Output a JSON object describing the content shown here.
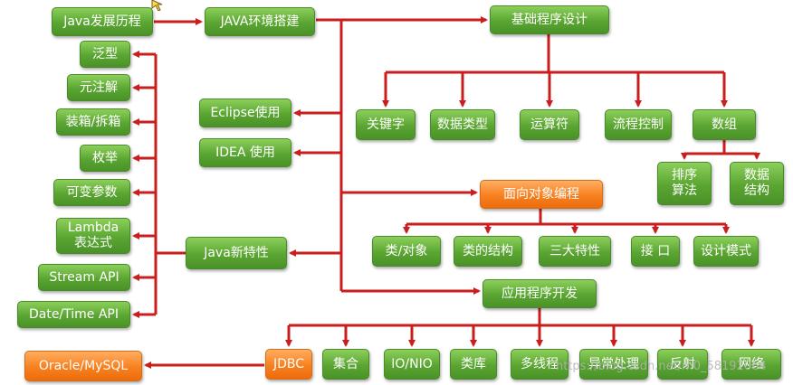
{
  "colors": {
    "box": "#5aa532",
    "highlight": "#f8801f",
    "arrow": "#c81e1e"
  },
  "nodes": {
    "history": "Java发展历程",
    "env": "JAVA环境搭建",
    "basics": "基础程序设计",
    "eclipse": "Eclipse使用",
    "idea": "IDEA 使用",
    "keyword": "关键字",
    "datatype": "数据类型",
    "operator": "运算符",
    "flow": "流程控制",
    "array": "数组",
    "sort": "排序\n算法",
    "ds": "数据\n结构",
    "oop": "面向对象编程",
    "class_obj": "类/对象",
    "class_struct": "类的结构",
    "three": "三大特性",
    "iface": "接 口",
    "pattern": "设计模式",
    "newfeat": "Java新特性",
    "generic": "泛型",
    "annotation": "元注解",
    "boxing": "装箱/拆箱",
    "enum": "枚举",
    "varargs": "可变参数",
    "lambda": "Lambda\n表达式",
    "stream": "Stream API",
    "datetime": "Date/Time API",
    "appdev": "应用程序开发",
    "oracle": "Oracle/MySQL",
    "jdbc": "JDBC",
    "collection": "集合",
    "io": "IO/NIO",
    "lib": "类库",
    "thread": "多线程",
    "exception": "异常处理",
    "reflect": "反射",
    "network": "网络"
  },
  "watermark": "https://blog.csdn.net/m0_58192064"
}
